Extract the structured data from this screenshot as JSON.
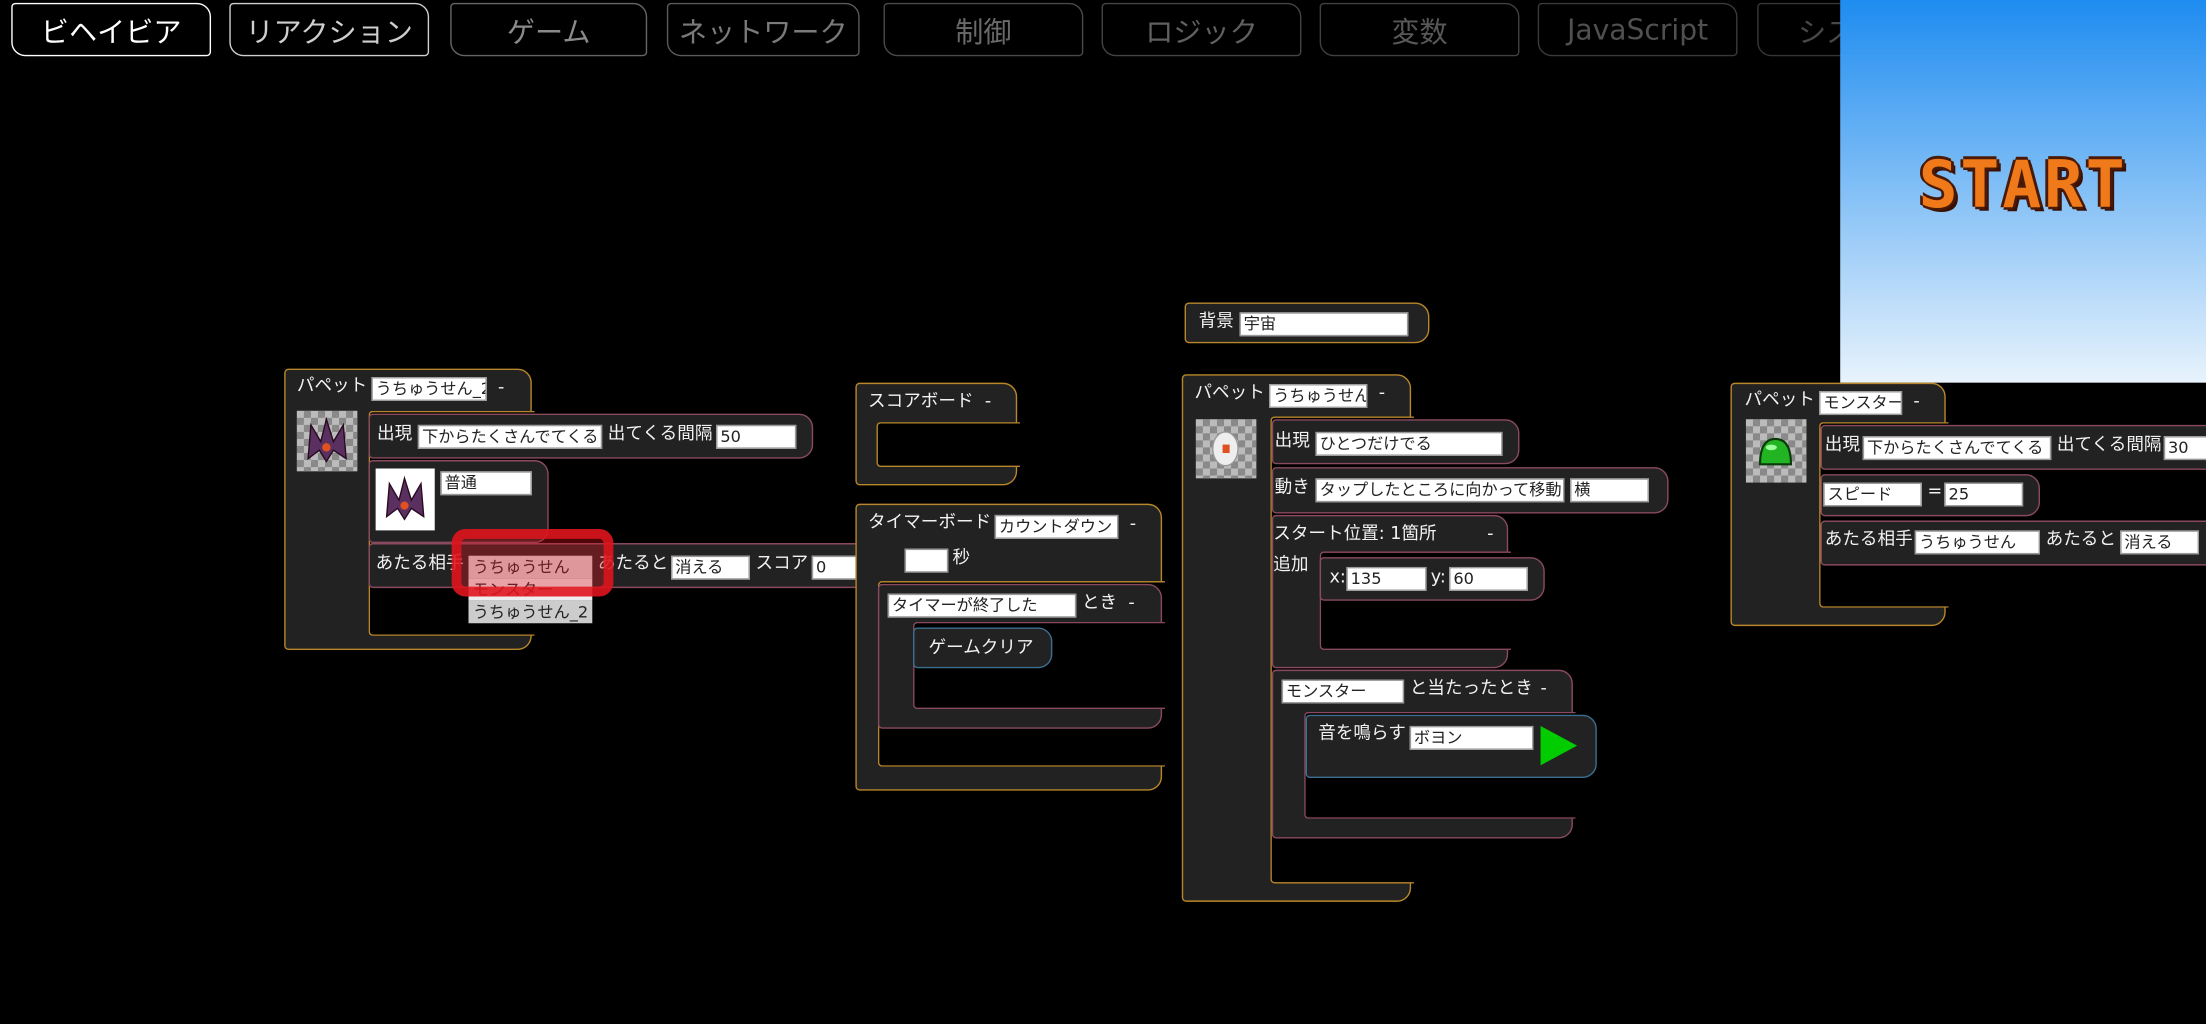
{
  "tabs": [
    {
      "label": "ビヘイビア",
      "active": true,
      "color": "#ffffff"
    },
    {
      "label": "リアクション",
      "color": "#cfcfcf"
    },
    {
      "label": "ゲーム",
      "color": "#8a8a8a"
    },
    {
      "label": "ネットワーク",
      "color": "#7a7a7a"
    },
    {
      "label": "制御",
      "color": "#6a6a6a"
    },
    {
      "label": "ロジック",
      "color": "#606060"
    },
    {
      "label": "変数",
      "color": "#585858"
    },
    {
      "label": "JavaScript",
      "color": "#505050"
    },
    {
      "label": "シス",
      "color": "#484848"
    }
  ],
  "preview": {
    "start_label": "START"
  },
  "puppet1": {
    "label": "パペット",
    "name": "うちゅうせん_2",
    "menu": "-",
    "appear": {
      "label": "出現",
      "mode": "下からたくさんでてくる",
      "interval_label": "出てくる間隔",
      "interval": "50"
    },
    "image": {
      "style": "普通"
    },
    "hit": {
      "label": "あたる相手",
      "target": "うちゅうせん",
      "options": [
        "うちゅうせん",
        "モンスター",
        "うちゅうせん_2"
      ],
      "on_hit_label": "あたると",
      "on_hit": "消える",
      "score_label": "スコア",
      "score": "0"
    }
  },
  "scoreboard": {
    "label": "スコアボード",
    "menu": "-"
  },
  "timerboard": {
    "label": "タイマーボード",
    "mode": "カウントダウン",
    "menu": "-",
    "seconds": "",
    "seconds_label": "秒",
    "when": {
      "event": "タイマーが終了した",
      "label": "とき",
      "menu": "-"
    },
    "action": {
      "label": "ゲームクリア"
    }
  },
  "background": {
    "label": "背景",
    "value": "宇宙"
  },
  "puppet2": {
    "label": "パペット",
    "name": "うちゅうせん",
    "menu": "-",
    "appear": {
      "label": "出現",
      "mode": "ひとつだけでる"
    },
    "move": {
      "label": "動き",
      "mode": "タップしたところに向かって移動",
      "axis": "横"
    },
    "start": {
      "label": "スタート位置: 1箇所",
      "menu": "-",
      "add_label": "追加",
      "x_label": "x:",
      "x": "135",
      "y_label": "y:",
      "y": "60"
    },
    "collide": {
      "target": "モンスター",
      "label": "と当たったとき",
      "menu": "-",
      "sound": {
        "label": "音を鳴らす",
        "value": "ボヨン"
      }
    }
  },
  "puppet3": {
    "label": "パペット",
    "name": "モンスター",
    "menu": "-",
    "appear": {
      "label": "出現",
      "mode": "下からたくさんでてくる",
      "interval_label": "出てくる間隔",
      "interval": "30"
    },
    "speed": {
      "var": "スピード",
      "eq": "=",
      "value": "25"
    },
    "hit": {
      "label": "あたる相手",
      "target": "うちゅうせん",
      "on_hit_label": "あたると",
      "on_hit": "消える"
    }
  },
  "colors": {
    "block_outline": "#b8862b",
    "statement_outline": "#8a4a5e",
    "action_outline": "#3a6f90",
    "play": "#00cc00",
    "annotation": "#e0141e"
  }
}
